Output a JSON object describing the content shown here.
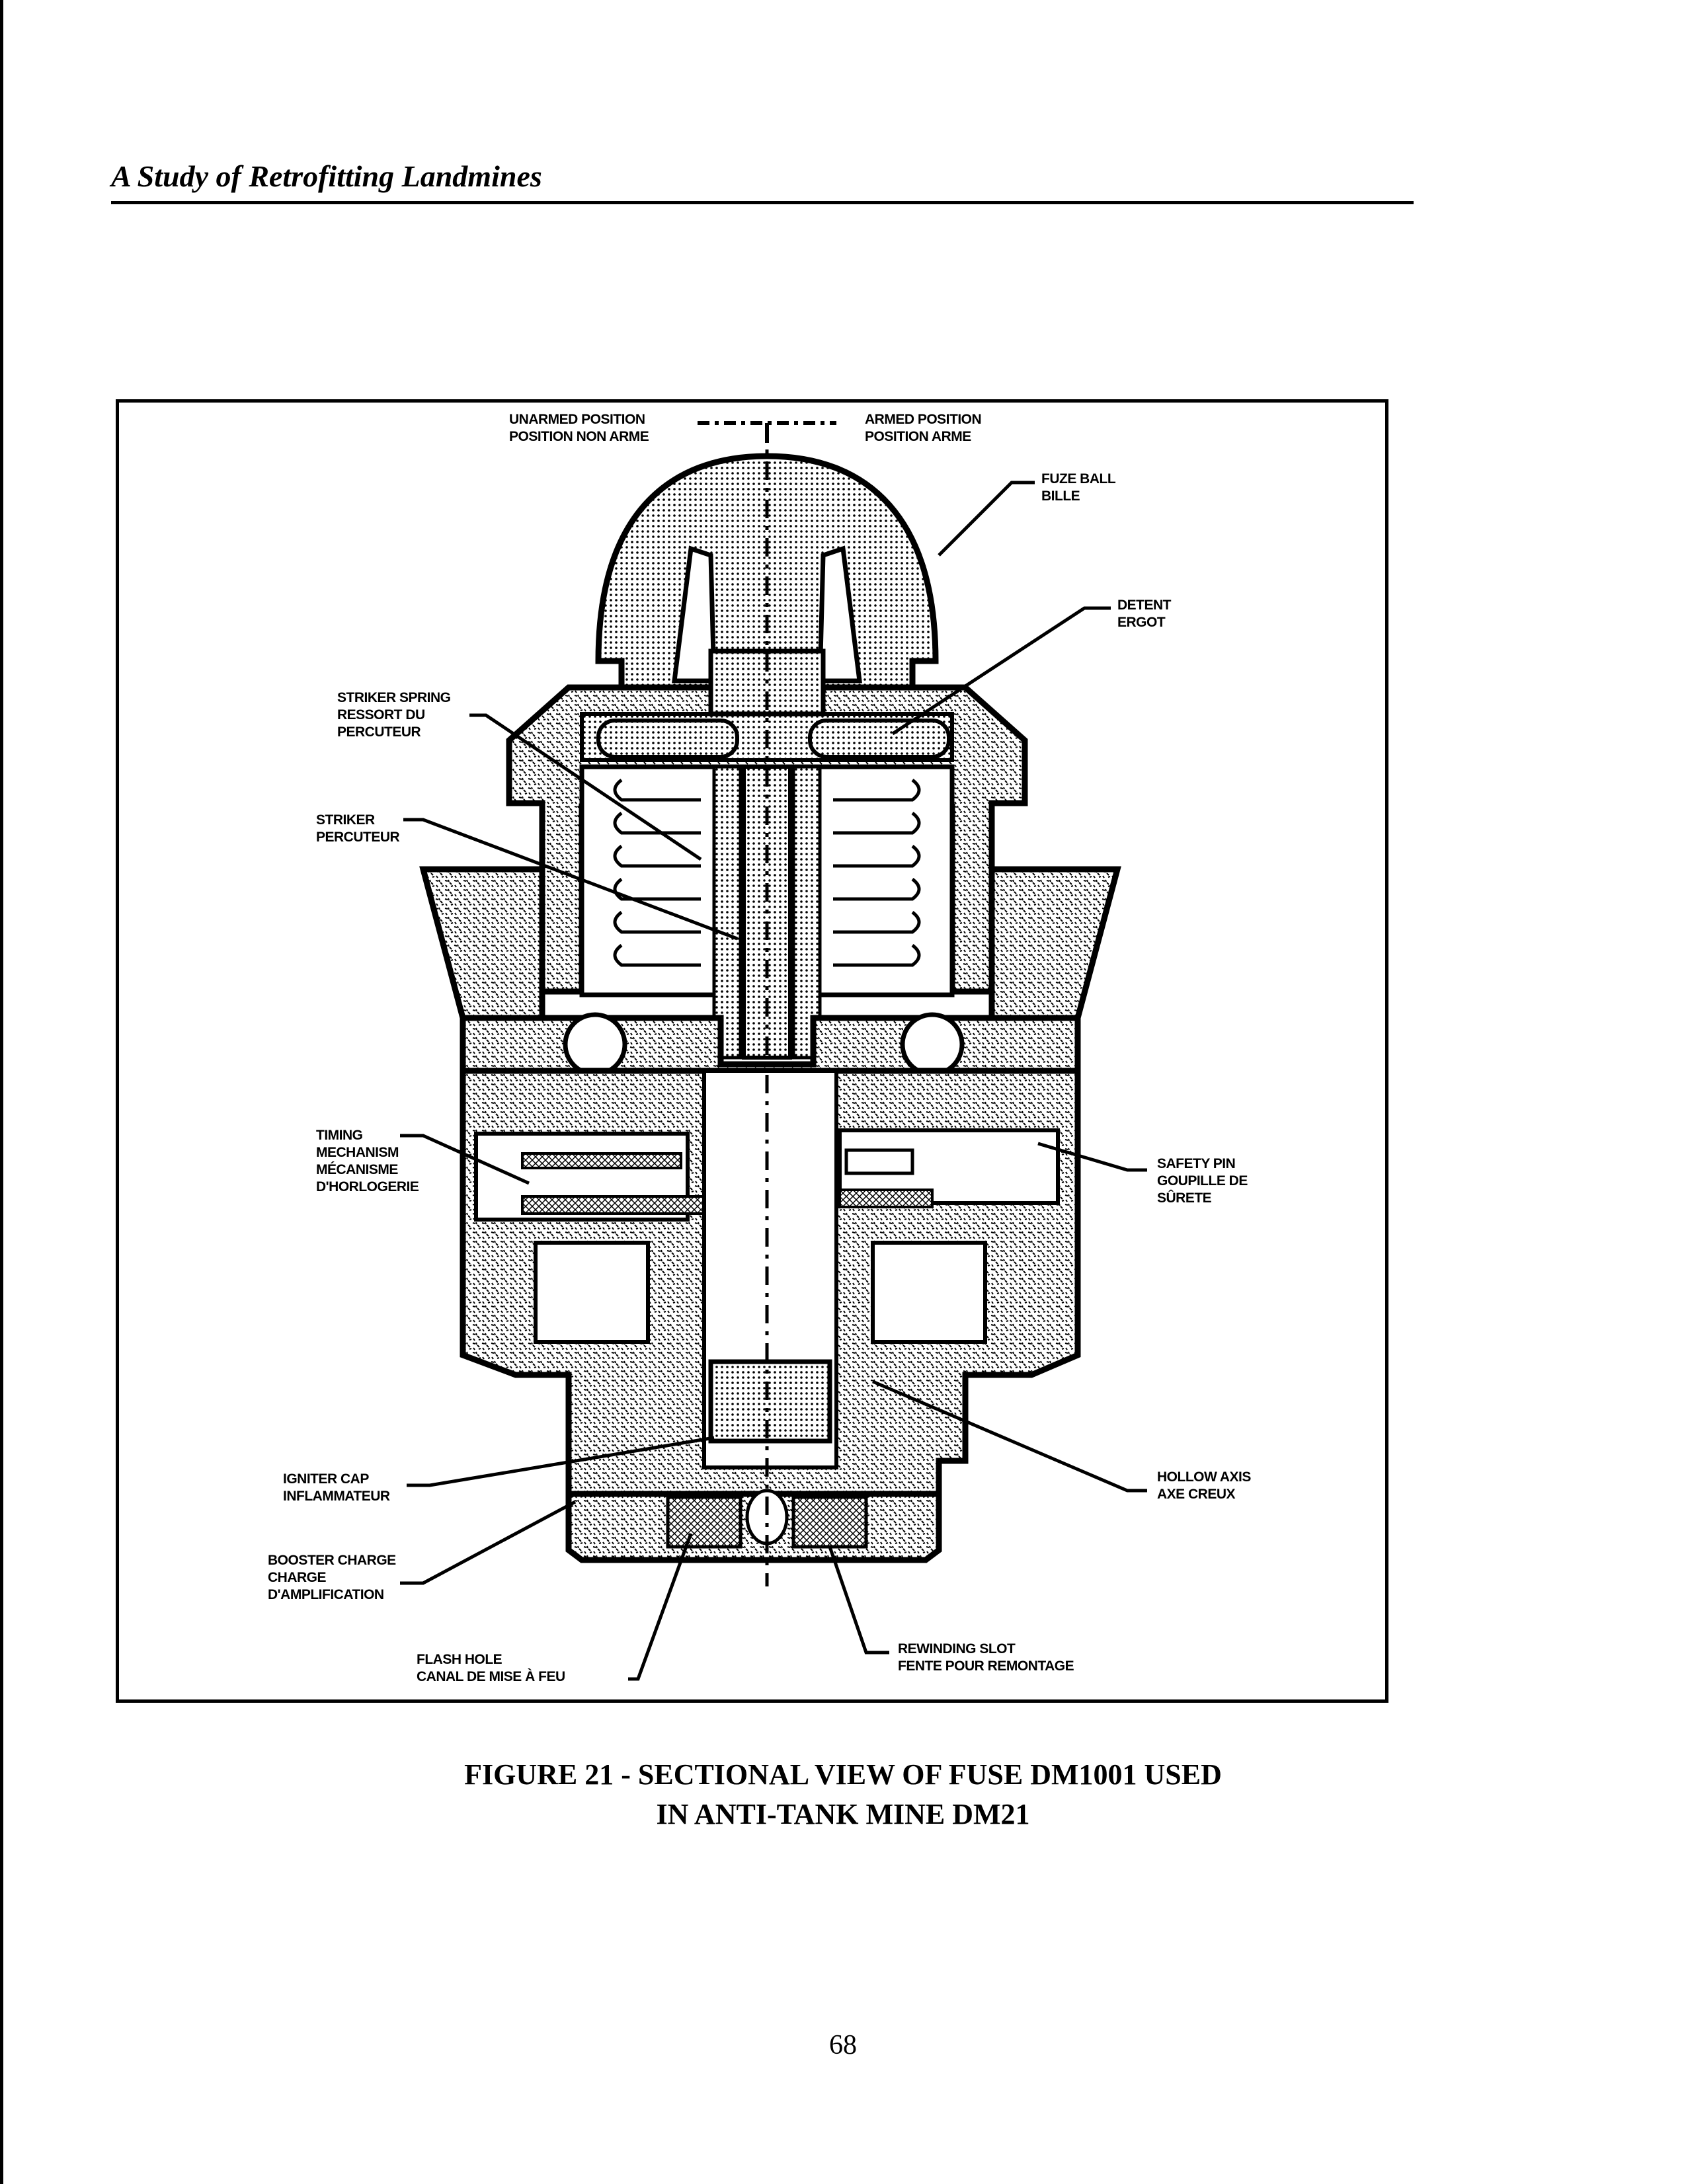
{
  "header": {
    "running_title": "A Study of Retrofitting Landmines"
  },
  "figure": {
    "labels": {
      "unarmed_en": "UNARMED POSITION",
      "unarmed_fr": "POSITION NON ARME",
      "armed_en": "ARMED POSITION",
      "armed_fr": "POSITION ARME",
      "fuze_ball_en": "FUZE BALL",
      "fuze_ball_fr": "BILLE",
      "detent_en": "DETENT",
      "detent_fr": "ERGOT",
      "striker_spring_en": "STRIKER SPRING",
      "striker_spring_fr1": "RESSORT DU",
      "striker_spring_fr2": "PERCUTEUR",
      "striker_en": "STRIKER",
      "striker_fr": "PERCUTEUR",
      "timing_en1": "TIMING",
      "timing_en2": "MECHANISM",
      "timing_fr1": "MÉCANISME",
      "timing_fr2": "D'HORLOGERIE",
      "safety_pin_en": "SAFETY PIN",
      "safety_pin_fr1": "GOUPILLE DE",
      "safety_pin_fr2": "SÛRETE",
      "igniter_en": "IGNITER CAP",
      "igniter_fr": "INFLAMMATEUR",
      "hollow_axis_en": "HOLLOW AXIS",
      "hollow_axis_fr": "AXE CREUX",
      "booster_en": "BOOSTER CHARGE",
      "booster_fr1": "CHARGE",
      "booster_fr2": "D'AMPLIFICATION",
      "flash_hole_en": "FLASH HOLE",
      "flash_hole_fr": "CANAL DE MISE À FEU",
      "rewinding_en": "REWINDING SLOT",
      "rewinding_fr": "FENTE POUR REMONTAGE"
    },
    "caption_line1": "FIGURE 21 - SECTIONAL VIEW OF FUSE DM1001 USED",
    "caption_line2": "IN ANTI-TANK MINE DM21"
  },
  "footer": {
    "page_number": "68"
  }
}
